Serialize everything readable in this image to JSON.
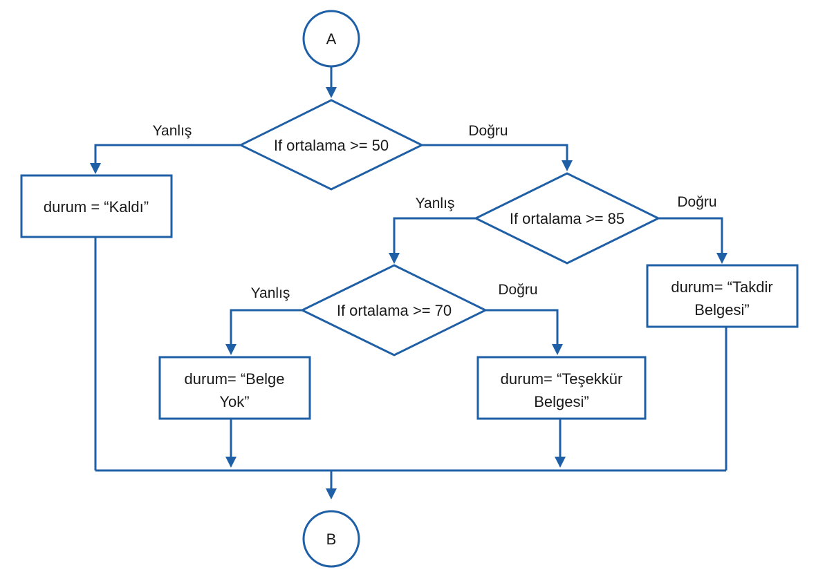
{
  "colors": {
    "line": "#1f5fa6",
    "text": "#1a1a1a",
    "background": "#ffffff"
  },
  "connectors": {
    "start": "A",
    "end": "B"
  },
  "decisions": {
    "d50": "If ortalama >= 50",
    "d85": "If ortalama >= 85",
    "d70": "If ortalama >= 70"
  },
  "processes": {
    "kaldi": [
      "durum = “Kaldı”"
    ],
    "takdir": [
      "durum= “Takdir",
      "Belgesi”"
    ],
    "belge_yok": [
      "durum= “Belge",
      "Yok”"
    ],
    "tesekkur": [
      "durum= “Teşekkür",
      "Belgesi”"
    ]
  },
  "edge_labels": {
    "d50_false": "Yanlış",
    "d50_true": "Doğru",
    "d85_false": "Yanlış",
    "d85_true": "Doğru",
    "d70_false": "Yanlış",
    "d70_true": "Doğru"
  }
}
